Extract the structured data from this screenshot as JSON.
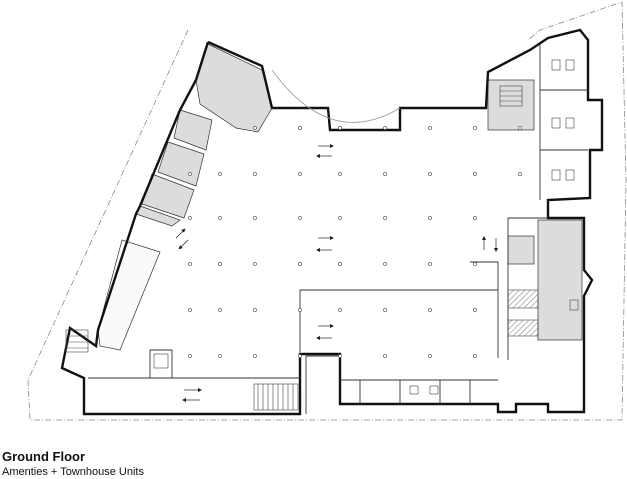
{
  "caption": {
    "title": "Ground Floor",
    "subtitle": "Amenties + Townhouse Units"
  },
  "colors": {
    "wall": "#111111",
    "room_fill": "#d9d9d9",
    "hatch": "#9a9a9a",
    "column": "#555555",
    "property_line": "#777777"
  },
  "icons": [
    "arrow-left-right-icon",
    "arrow-up-down-icon",
    "stair-icon",
    "hatch-pattern"
  ]
}
